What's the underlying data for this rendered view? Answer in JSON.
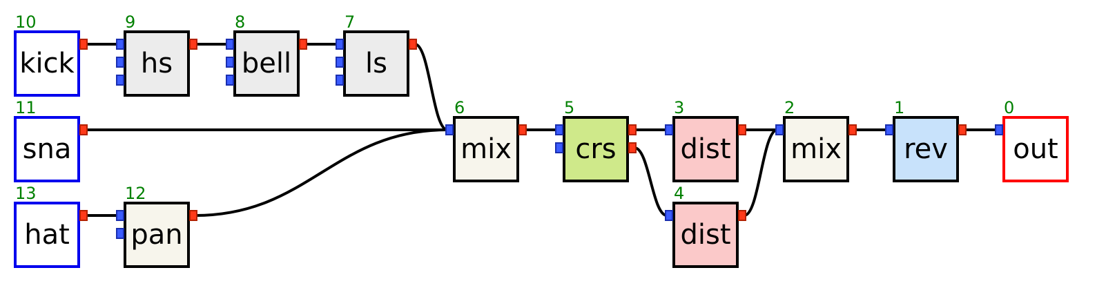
{
  "colors": {
    "id_text": "#008000",
    "wire": "#000000",
    "port_in": "#3b5cff",
    "port_out": "#ff3a1a"
  },
  "nodes": [
    {
      "id": "10",
      "label": "kick",
      "fill": "#ffffff",
      "border": "#0000ee",
      "inputs": 0,
      "outputs": 1
    },
    {
      "id": "9",
      "label": "hs",
      "fill": "#ececec",
      "border": "#000000",
      "inputs": 3,
      "outputs": 1
    },
    {
      "id": "8",
      "label": "bell",
      "fill": "#ececec",
      "border": "#000000",
      "inputs": 3,
      "outputs": 1
    },
    {
      "id": "7",
      "label": "ls",
      "fill": "#ececec",
      "border": "#000000",
      "inputs": 3,
      "outputs": 1
    },
    {
      "id": "11",
      "label": "sna",
      "fill": "#ffffff",
      "border": "#0000ee",
      "inputs": 0,
      "outputs": 1
    },
    {
      "id": "13",
      "label": "hat",
      "fill": "#ffffff",
      "border": "#0000ee",
      "inputs": 0,
      "outputs": 1
    },
    {
      "id": "12",
      "label": "pan",
      "fill": "#f7f5ec",
      "border": "#000000",
      "inputs": 2,
      "outputs": 1
    },
    {
      "id": "6",
      "label": "mix",
      "fill": "#f7f5ec",
      "border": "#000000",
      "inputs": 1,
      "outputs": 1
    },
    {
      "id": "5",
      "label": "crs",
      "fill": "#cfe98a",
      "border": "#000000",
      "inputs": 2,
      "outputs": 2
    },
    {
      "id": "3",
      "label": "dist",
      "fill": "#fbc9c9",
      "border": "#000000",
      "inputs": 1,
      "outputs": 1
    },
    {
      "id": "4",
      "label": "dist",
      "fill": "#fbc9c9",
      "border": "#000000",
      "inputs": 1,
      "outputs": 1
    },
    {
      "id": "2",
      "label": "mix",
      "fill": "#f7f5ec",
      "border": "#000000",
      "inputs": 1,
      "outputs": 1
    },
    {
      "id": "1",
      "label": "rev",
      "fill": "#c8e2fb",
      "border": "#000000",
      "inputs": 1,
      "outputs": 1
    },
    {
      "id": "0",
      "label": "out",
      "fill": "#ffffff",
      "border": "#ff0000",
      "inputs": 1,
      "outputs": 0
    }
  ],
  "edges": [
    {
      "from": "10",
      "from_port": 0,
      "to": "9",
      "to_port": 0
    },
    {
      "from": "9",
      "from_port": 0,
      "to": "8",
      "to_port": 0
    },
    {
      "from": "8",
      "from_port": 0,
      "to": "7",
      "to_port": 0
    },
    {
      "from": "7",
      "from_port": 0,
      "to": "6",
      "to_port": 0
    },
    {
      "from": "11",
      "from_port": 0,
      "to": "6",
      "to_port": 0
    },
    {
      "from": "13",
      "from_port": 0,
      "to": "12",
      "to_port": 0
    },
    {
      "from": "12",
      "from_port": 0,
      "to": "6",
      "to_port": 0
    },
    {
      "from": "6",
      "from_port": 0,
      "to": "5",
      "to_port": 0
    },
    {
      "from": "5",
      "from_port": 0,
      "to": "3",
      "to_port": 0
    },
    {
      "from": "5",
      "from_port": 1,
      "to": "4",
      "to_port": 0
    },
    {
      "from": "3",
      "from_port": 0,
      "to": "2",
      "to_port": 0
    },
    {
      "from": "4",
      "from_port": 0,
      "to": "2",
      "to_port": 0
    },
    {
      "from": "2",
      "from_port": 0,
      "to": "1",
      "to_port": 0
    },
    {
      "from": "1",
      "from_port": 0,
      "to": "0",
      "to_port": 0
    }
  ]
}
